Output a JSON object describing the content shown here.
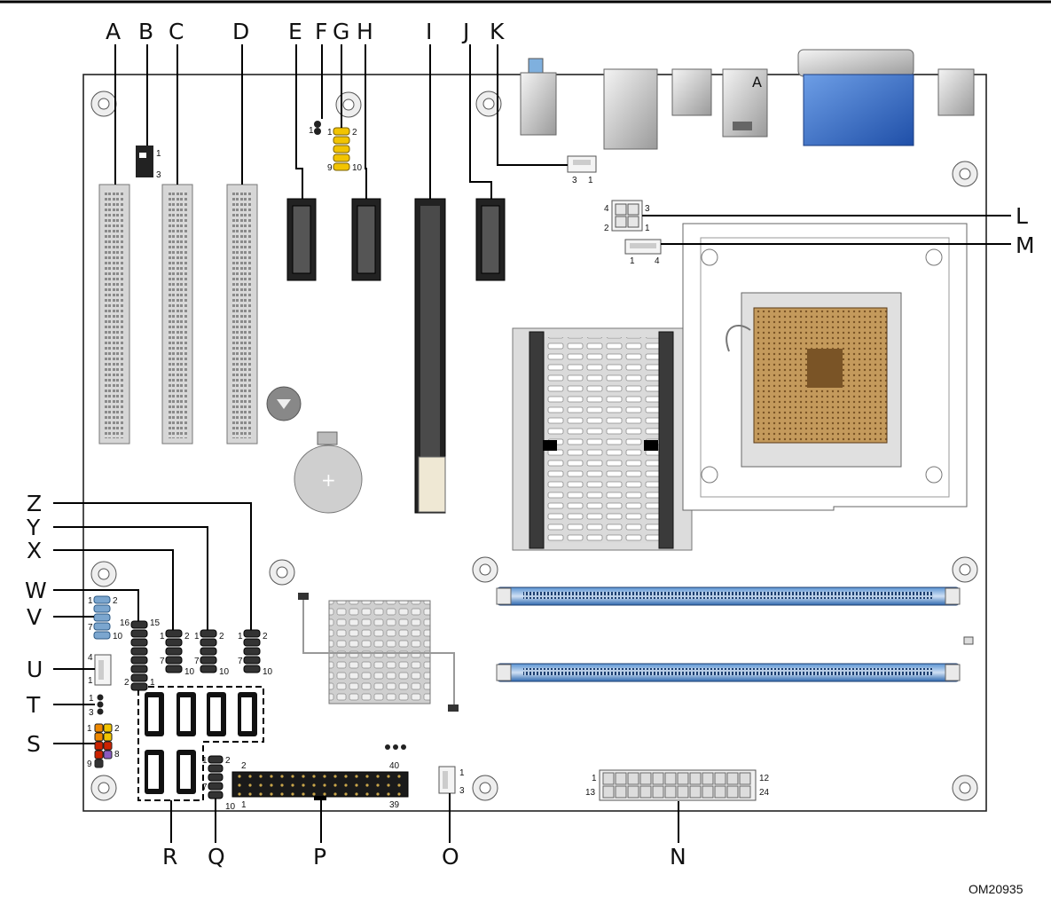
{
  "figure_id": "OM20935",
  "colors": {
    "board": "#ffffff",
    "dimm_blue": "#2f6fb4",
    "vga_blue": "#2b62b9",
    "cpu_socket": "#c49a5c",
    "header_yellow": "#f2c400",
    "header_blue": "#7ba6cf",
    "front_panel_red": "#cc2200",
    "front_panel_orange": "#ee8800"
  },
  "callouts": {
    "A": "A",
    "B": "B",
    "C": "C",
    "D": "D",
    "E": "E",
    "F": "F",
    "G": "G",
    "H": "H",
    "I": "I",
    "J": "J",
    "K": "K",
    "L": "L",
    "M": "M",
    "N": "N",
    "O": "O",
    "P": "P",
    "Q": "Q",
    "R": "R",
    "S": "S",
    "T": "T",
    "U": "U",
    "V": "V",
    "W": "W",
    "X": "X",
    "Y": "Y",
    "Z": "Z"
  },
  "pins": {
    "b_1": "1",
    "b_3": "3",
    "f_1": "1",
    "g_1": "1",
    "g_2": "2",
    "g_9": "9",
    "g_10": "10",
    "k_3": "3",
    "k_1": "1",
    "l_4": "4",
    "l_3": "3",
    "l_2": "2",
    "l_1": "1",
    "m_1": "1",
    "m_4": "4",
    "n_1": "1",
    "n_12": "12",
    "n_13": "13",
    "n_24": "24",
    "o_1": "1",
    "o_3": "3",
    "p_2": "2",
    "p_40": "40",
    "p_1": "1",
    "p_39": "39",
    "q_1": "1",
    "q_2": "2",
    "q_7": "7",
    "q_10": "10",
    "s_1": "1",
    "s_2": "2",
    "s_8": "8",
    "s_9": "9",
    "t_1": "1",
    "t_3": "3",
    "u_4": "4",
    "u_1": "1",
    "v_1": "1",
    "v_2": "2",
    "v_7": "7",
    "v_10": "10",
    "w_16": "16",
    "w_15": "15",
    "w_2": "2",
    "w_1": "1",
    "x_1": "1",
    "x_2": "2",
    "x_7": "7",
    "x_10": "10",
    "y_1": "1",
    "y_2": "2",
    "y_7": "7",
    "y_10": "10",
    "z_1": "1",
    "z_2": "2",
    "z_7": "7",
    "z_10": "10"
  },
  "io_label": "A"
}
